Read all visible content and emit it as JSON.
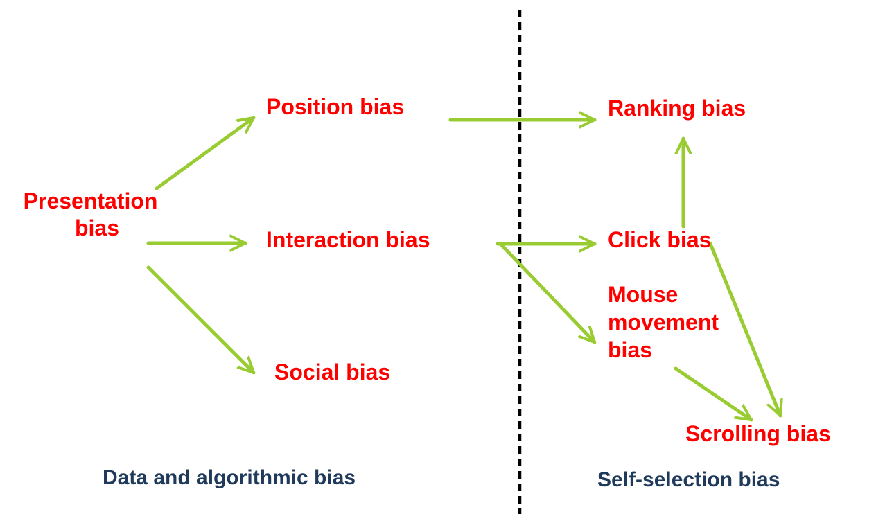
{
  "colors": {
    "node_text": "#ff0000",
    "arrow": "#99cc33",
    "section_text": "#1f3a5a",
    "divider": "#000000",
    "background": "#ffffff"
  },
  "sections": {
    "left": "Data and algorithmic bias",
    "right": "Self-selection bias"
  },
  "nodes": {
    "presentation": [
      "Presentation",
      "bias"
    ],
    "position": "Position bias",
    "interaction": "Interaction bias",
    "social": "Social bias",
    "ranking": "Ranking bias",
    "click": "Click bias",
    "mouse": [
      "Mouse",
      "movement",
      "bias"
    ],
    "scrolling": "Scrolling bias"
  },
  "edges": [
    {
      "from": "Presentation bias",
      "to": "Position bias"
    },
    {
      "from": "Presentation bias",
      "to": "Interaction bias"
    },
    {
      "from": "Presentation bias",
      "to": "Social bias"
    },
    {
      "from": "Position bias",
      "to": "Ranking bias"
    },
    {
      "from": "Interaction bias",
      "to": "Click bias"
    },
    {
      "from": "Interaction bias",
      "to": "Mouse movement bias"
    },
    {
      "from": "Click bias",
      "to": "Ranking bias"
    },
    {
      "from": "Click bias",
      "to": "Scrolling bias"
    },
    {
      "from": "Mouse movement bias",
      "to": "Scrolling bias"
    }
  ]
}
